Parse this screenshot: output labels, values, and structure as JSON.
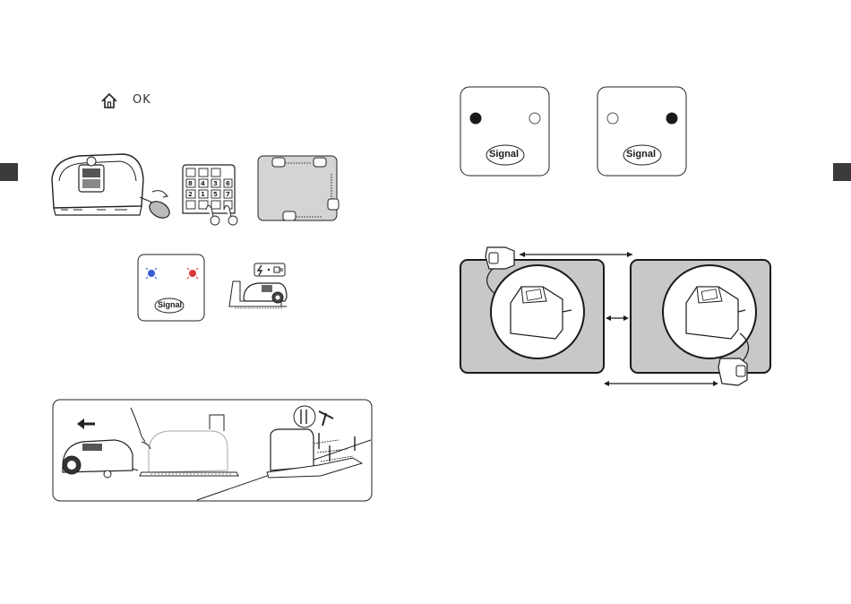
{
  "top_icons": {
    "home_icon": "home-icon",
    "ok_label": "OK"
  },
  "keypad": {
    "keys": [
      "8",
      "4",
      "3",
      "6",
      "2",
      "1",
      "5",
      "7"
    ]
  },
  "panels": {
    "left_led_panel": {
      "signal_label": "Signal"
    },
    "right_panel_a": {
      "signal_label": "Signal",
      "left_led": "filled",
      "right_led": "empty"
    },
    "right_panel_b": {
      "signal_label": "Signal",
      "left_led": "empty",
      "right_led": "filled"
    }
  },
  "colors": {
    "gray_zone": "#c8c8c8",
    "line": "#1a1a1a",
    "edge_tab": "#3a3a3a",
    "led_blue": "#3b5bd6",
    "led_red": "#d63b3b"
  }
}
